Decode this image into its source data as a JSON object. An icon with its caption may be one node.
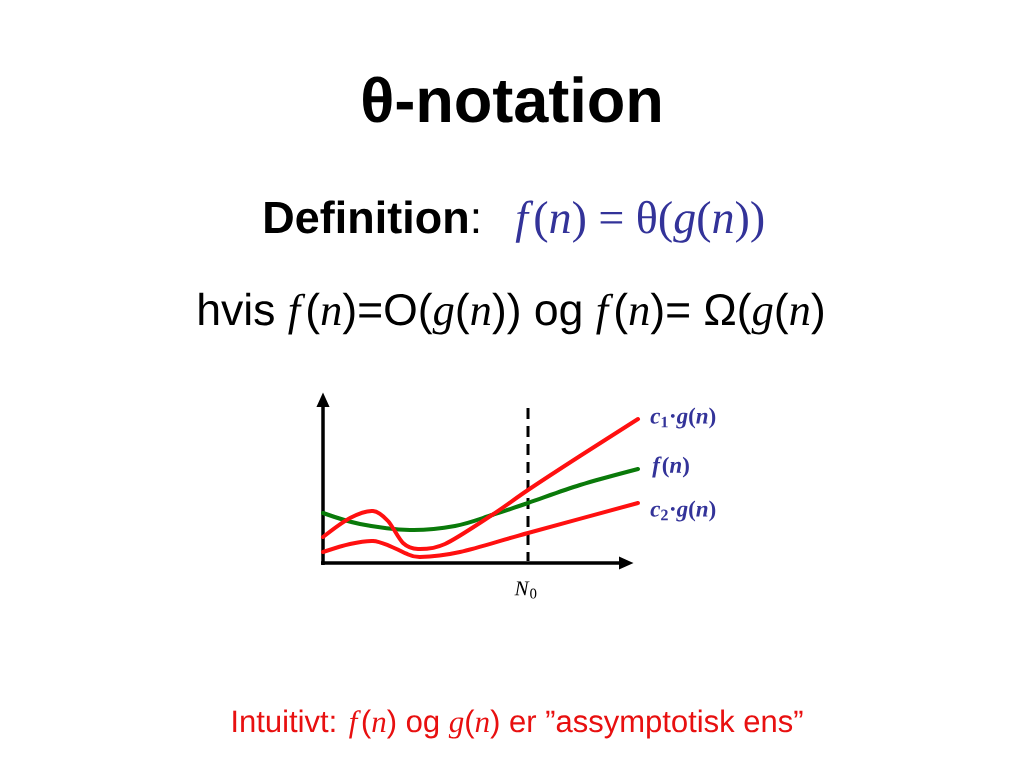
{
  "diagram": {
    "title": "θ-notation",
    "labels": [
      "**Definition**:",
      "*f*(*n*) = θ(*g*(*n*))",
      "hvis *f*(*n*)=O(*g*(*n*)) og *f*(*n*)= Ω(*g*(*n*)",
      "*c*$_{1}$·*g*(*n*)",
      "*f*(*n*)",
      "*c*$_{2}$·*g*(*n*)",
      "*N*$_{0}$",
      "Intuitivt: *f*(*n*) og *g*(*n*) er ”assymptotisk ens”"
    ]
  }
}
